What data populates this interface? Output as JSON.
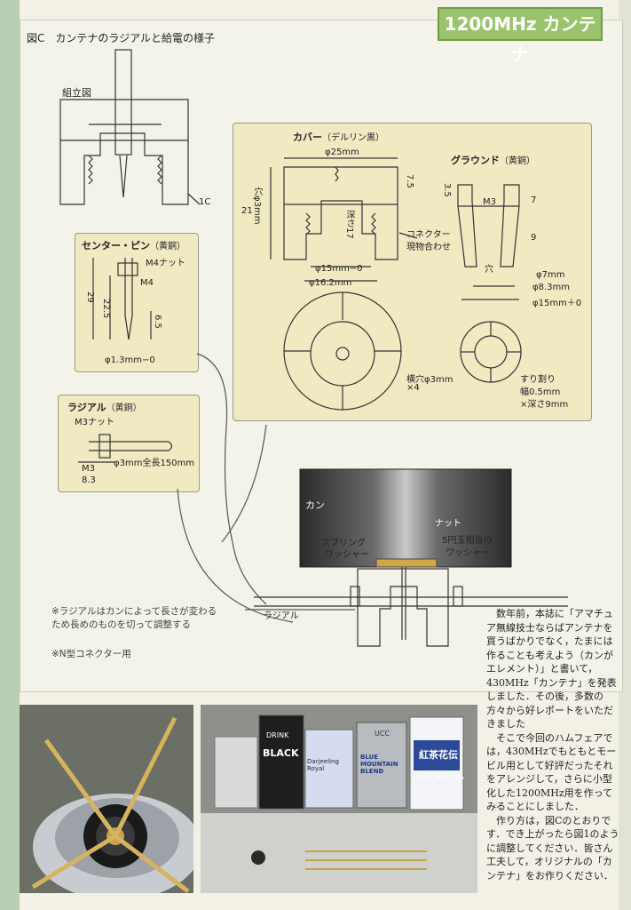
{
  "header": {
    "badge": "1200MHz カンテナ"
  },
  "figure": {
    "title": "図C　カンテナのラジアルと給電の様子",
    "assembly_label": "組立図",
    "assembly_1c": "1C",
    "cover": {
      "title": "カバー",
      "material": "（デルリン黒）",
      "dim_25": "φ25mm",
      "dim_21": "21",
      "dim_hole3": "穴φ3mm",
      "dim_depth17": "深さ17",
      "dim_7_5": "7.5",
      "dim_15": "φ15mm−0",
      "dim_16_2": "φ16.2mm",
      "connector_note1": "コネクター",
      "connector_note2": "現物合わせ",
      "side_hole1": "横穴φ3mm",
      "side_hole2": "×4"
    },
    "ground": {
      "title": "グラウンド",
      "material": "（黄銅）",
      "m3": "M3",
      "dim_3_5": "3.5",
      "dim_7": "7",
      "dim_9": "9",
      "hole": "穴",
      "dim_phi7": "φ7mm",
      "dim_phi8_3": "φ8.3mm",
      "dim_phi15": "φ15mm＋0",
      "slit1": "すり割り",
      "slit2": "幅0.5mm",
      "slit3": "×深さ9mm"
    },
    "center_pin": {
      "title": "センター・ピン",
      "material": "（黄銅）",
      "nut": "M4ナット",
      "m4": "M4",
      "dim_29": "29",
      "dim_22_5": "22.5",
      "dim_6_5": "6.5",
      "dim_phi": "φ1.3mm−0"
    },
    "radial": {
      "title": "ラジアル",
      "material": "（黄銅）",
      "nut": "M3ナット",
      "dim_len": "φ3mm全長150mm",
      "m3": "M3",
      "dim_8_3": "8.3"
    },
    "can_assembly": {
      "can": "カン",
      "nut": "ナット",
      "spring1": "スプリング",
      "spring2": "ワッシャー",
      "washer1": "5円玉相当の",
      "washer2": "ワッシャー",
      "radial": "ラジアル"
    },
    "notes": [
      "※ラジアルはカンによって長さが変わるため長めのものを切って調整する",
      "※N型コネクター用"
    ]
  },
  "article": {
    "paragraphs": [
      "数年前，本誌に「アマチュア無線技士ならばアンテナを買うばかりでなく，たまには作ることも考えよう（カンがエレメント）」と書いて，430MHz「カンテナ」を発表しました．その後，多数の方々から好レポートをいただきました",
      "そこで今回のハムフェアでは，430MHzでもともとモービル用として好評だったそれをアレンジして，さらに小型化した1200MHz用を作ってみることにしました．",
      "作り方は，図Cのとおりです．でき上がったら図1のように調整してください．皆さん工夫して，オリジナルの「カンテナ」をお作りください．"
    ]
  },
  "photo2_cans": [
    {
      "label": "BLACK",
      "top": "DRINK"
    },
    {
      "label": "Darjeeling Royal",
      "top": ""
    },
    {
      "label": "BLUE MOUNTAIN BLEND",
      "top": "UCC"
    },
    {
      "label": "紅茶花伝",
      "top": "ROYAL MILK TEA"
    }
  ],
  "colors": {
    "panel": "#f0e9c2",
    "badge": "#9bc36d",
    "sideband": "#b9cfb3"
  }
}
